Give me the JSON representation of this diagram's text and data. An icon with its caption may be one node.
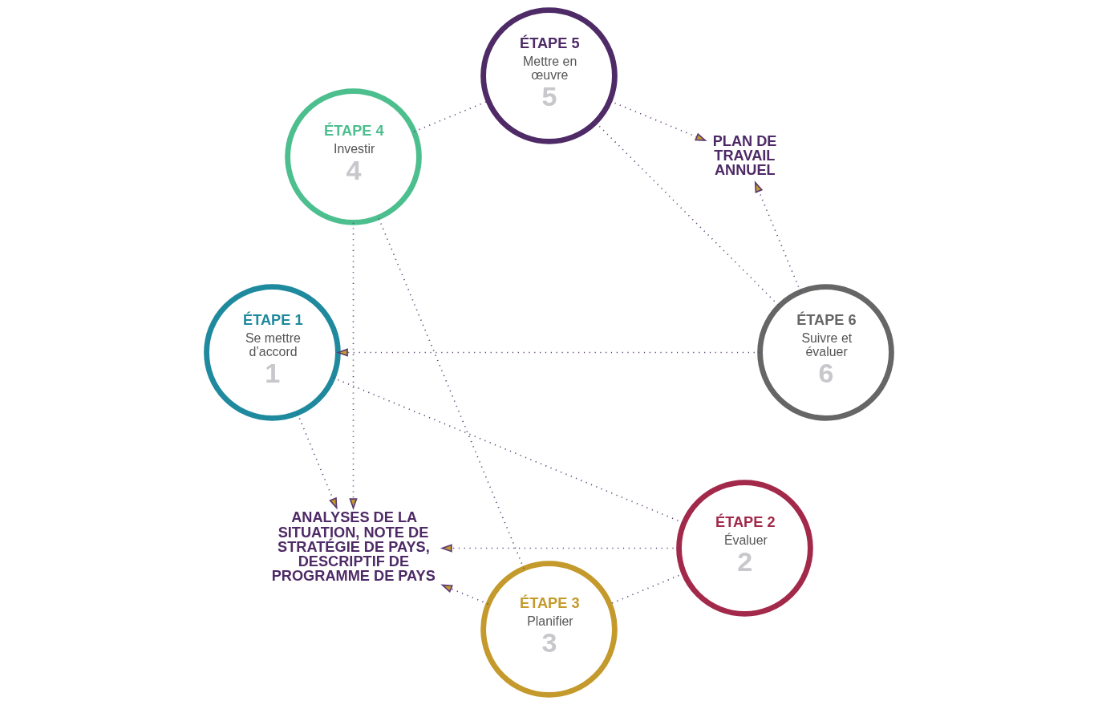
{
  "diagram": {
    "nodes": [
      {
        "text": [
          "ÉTAPE 1",
          "Se mettre d’accord",
          "1"
        ]
      },
      {
        "text": [
          "ÉTAPE 2",
          "Évaluer",
          "2"
        ]
      },
      {
        "text": [
          "ÉTAPE 3",
          "Planifier",
          "3"
        ]
      },
      {
        "text": [
          "ÉTAPE 4",
          "Investir",
          "4"
        ]
      },
      {
        "text": [
          "ÉTAPE 5",
          "Mettre en œuvre",
          "5"
        ]
      },
      {
        "text": [
          "ÉTAPE 6",
          "Suivre et évaluer",
          "6"
        ]
      },
      {
        "text": [
          "PLAN DE TRAVAIL ANNUEL"
        ]
      },
      {
        "text": [
          "ANALYSES DE LA SITUATION, NOTE DE STRATÉGIE DE PAYS, DESCRIPTIF DE PROGRAMME DE PAYS"
        ]
      }
    ],
    "edges": [
      {
        "from": 0,
        "to": 1,
        "arrow": "none",
        "style": "dashed"
      },
      {
        "from": 1,
        "to": 2,
        "arrow": "none",
        "style": "dashed"
      },
      {
        "from": 2,
        "to": 3,
        "arrow": "none",
        "style": "dashed"
      },
      {
        "from": 3,
        "to": 4,
        "arrow": "none",
        "style": "dashed"
      },
      {
        "from": 4,
        "to": 5,
        "arrow": "none",
        "style": "dashed"
      },
      {
        "from": 5,
        "to": 0,
        "arrow": "to",
        "style": "dashed"
      },
      {
        "from": 0,
        "to": 7,
        "arrow": "to",
        "style": "dashed"
      },
      {
        "from": 1,
        "to": 7,
        "arrow": "to",
        "style": "dashed"
      },
      {
        "from": 2,
        "to": 7,
        "arrow": "to",
        "style": "dashed"
      },
      {
        "from": 3,
        "to": 7,
        "arrow": "to",
        "style": "dashed"
      },
      {
        "from": 5,
        "to": 6,
        "arrow": "to",
        "style": "dashed"
      },
      {
        "from": 4,
        "to": 6,
        "arrow": "to",
        "style": "dashed"
      }
    ]
  }
}
